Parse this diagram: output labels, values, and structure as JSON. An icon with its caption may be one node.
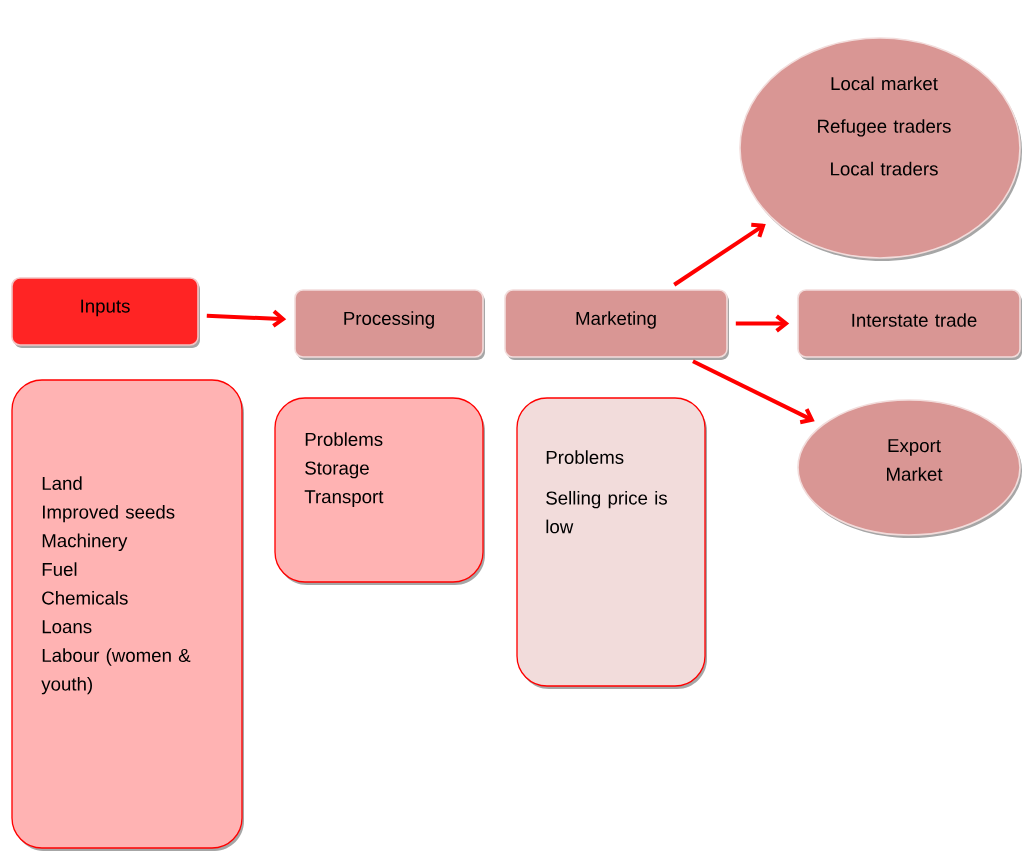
{
  "diagram": {
    "nodes": [
      {
        "text": [
          "Inputs"
        ]
      },
      {
        "text": [
          "Processing"
        ]
      },
      {
        "text": [
          "Marketing"
        ]
      },
      {
        "text": [
          "Local market",
          "Refugee traders",
          "Local traders"
        ]
      },
      {
        "text": [
          "Interstate trade"
        ]
      },
      {
        "text": [
          "Export Market"
        ]
      },
      {
        "text": [
          "Land",
          "Improved seeds",
          "Machinery",
          "Fuel",
          "Chemicals",
          "Loans",
          "Labour (women & youth)"
        ]
      },
      {
        "text": [
          "Problems",
          "Storage",
          "Transport"
        ]
      },
      {
        "text": [
          "Problems",
          "Selling price is low"
        ]
      }
    ],
    "edges": [
      {
        "from": 0,
        "to": 1,
        "arrow": "to"
      },
      {
        "from": 2,
        "to": 3,
        "arrow": "to"
      },
      {
        "from": 2,
        "to": 4,
        "arrow": "to"
      },
      {
        "from": 2,
        "to": 5,
        "arrow": "to"
      }
    ]
  }
}
